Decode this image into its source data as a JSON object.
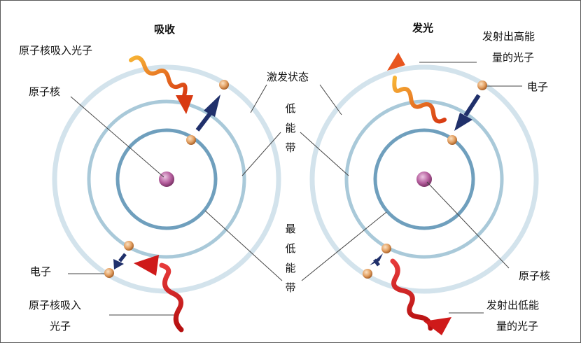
{
  "absorb": {
    "title": "吸收",
    "photon_label": "原子核吸入光子",
    "nucleus_label": "原子核",
    "electron_label": "电子",
    "photon_label_low_line1": "原子核吸入",
    "photon_label_low_line2": "光子"
  },
  "emit": {
    "title": "发光",
    "photon_high_line1": "发射出高能",
    "photon_high_line2": "量的光子",
    "electron_label": "电子",
    "nucleus_label": "原子核",
    "photon_low_line1": "发射出低能",
    "photon_low_line2": "量的光子"
  },
  "shared": {
    "excited_state": "激发状态",
    "low_band": [
      "低",
      "能",
      "带"
    ],
    "lowest_band": [
      "最",
      "低",
      "能",
      "带"
    ]
  },
  "colors": {
    "orbit_outer": "#d3e3ec",
    "orbit_mid": "#a9c9d9",
    "orbit_inner": "#6f9fbd",
    "nucleus": "#b7609f",
    "electron": "#e3a062",
    "arrow": "#20306b",
    "photon_high": "#e8561f",
    "photon_low": "#cf1a1a"
  }
}
